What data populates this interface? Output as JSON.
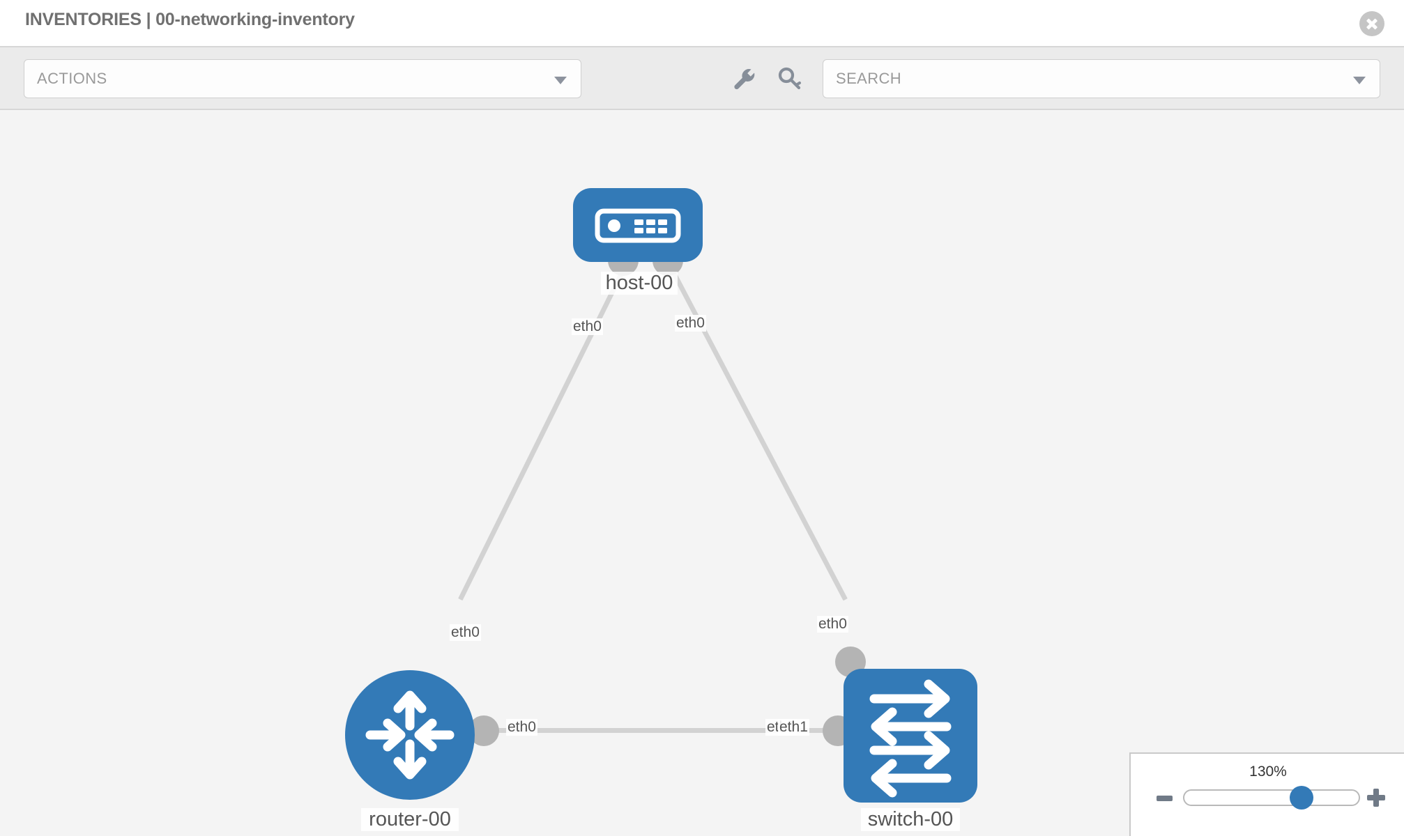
{
  "header": {
    "title": "INVENTORIES | 00-networking-inventory",
    "close_icon": "close-circle-icon"
  },
  "toolbar": {
    "actions_label": "ACTIONS",
    "actions_caret_icon": "chevron-down-icon",
    "wrench_icon": "wrench-icon",
    "key_icon": "key-icon",
    "search_placeholder": "SEARCH",
    "search_value": "",
    "search_caret_icon": "chevron-down-icon"
  },
  "topology": {
    "accent_color": "#337ab7",
    "connector_color": "#b4b4b4",
    "edge_color": "#d2d2d2",
    "canvas_color": "#f4f4f4",
    "nodes": [
      {
        "id": "host-00",
        "label": "host-00",
        "icon": "server-appliance-icon",
        "shape": "rounded-rect"
      },
      {
        "id": "router-00",
        "label": "router-00",
        "icon": "router-four-arrows-icon",
        "shape": "circle"
      },
      {
        "id": "switch-00",
        "label": "switch-00",
        "icon": "switch-exchange-arrows-icon",
        "shape": "rounded-square"
      }
    ],
    "edges": [
      {
        "from": "host-00",
        "to": "router-00",
        "from_port": "eth0",
        "to_port": "eth0"
      },
      {
        "from": "host-00",
        "to": "switch-00",
        "from_port": "eth0",
        "to_port": "eth0"
      },
      {
        "from": "router-00",
        "to": "switch-00",
        "from_port": "eth0",
        "to_port": "eth1"
      }
    ],
    "edge_labels": {
      "host_left": "eth0",
      "host_right": "eth0",
      "router_up": "eth0",
      "switch_up": "eth0",
      "router_right": "eth0",
      "switch_left_under": "eth0",
      "switch_left": "eth1"
    }
  },
  "zoom_control": {
    "percent": "130%",
    "value": 130,
    "minus_icon": "minus-icon",
    "plus_icon": "plus-icon",
    "thumb_position_pct": 67
  }
}
